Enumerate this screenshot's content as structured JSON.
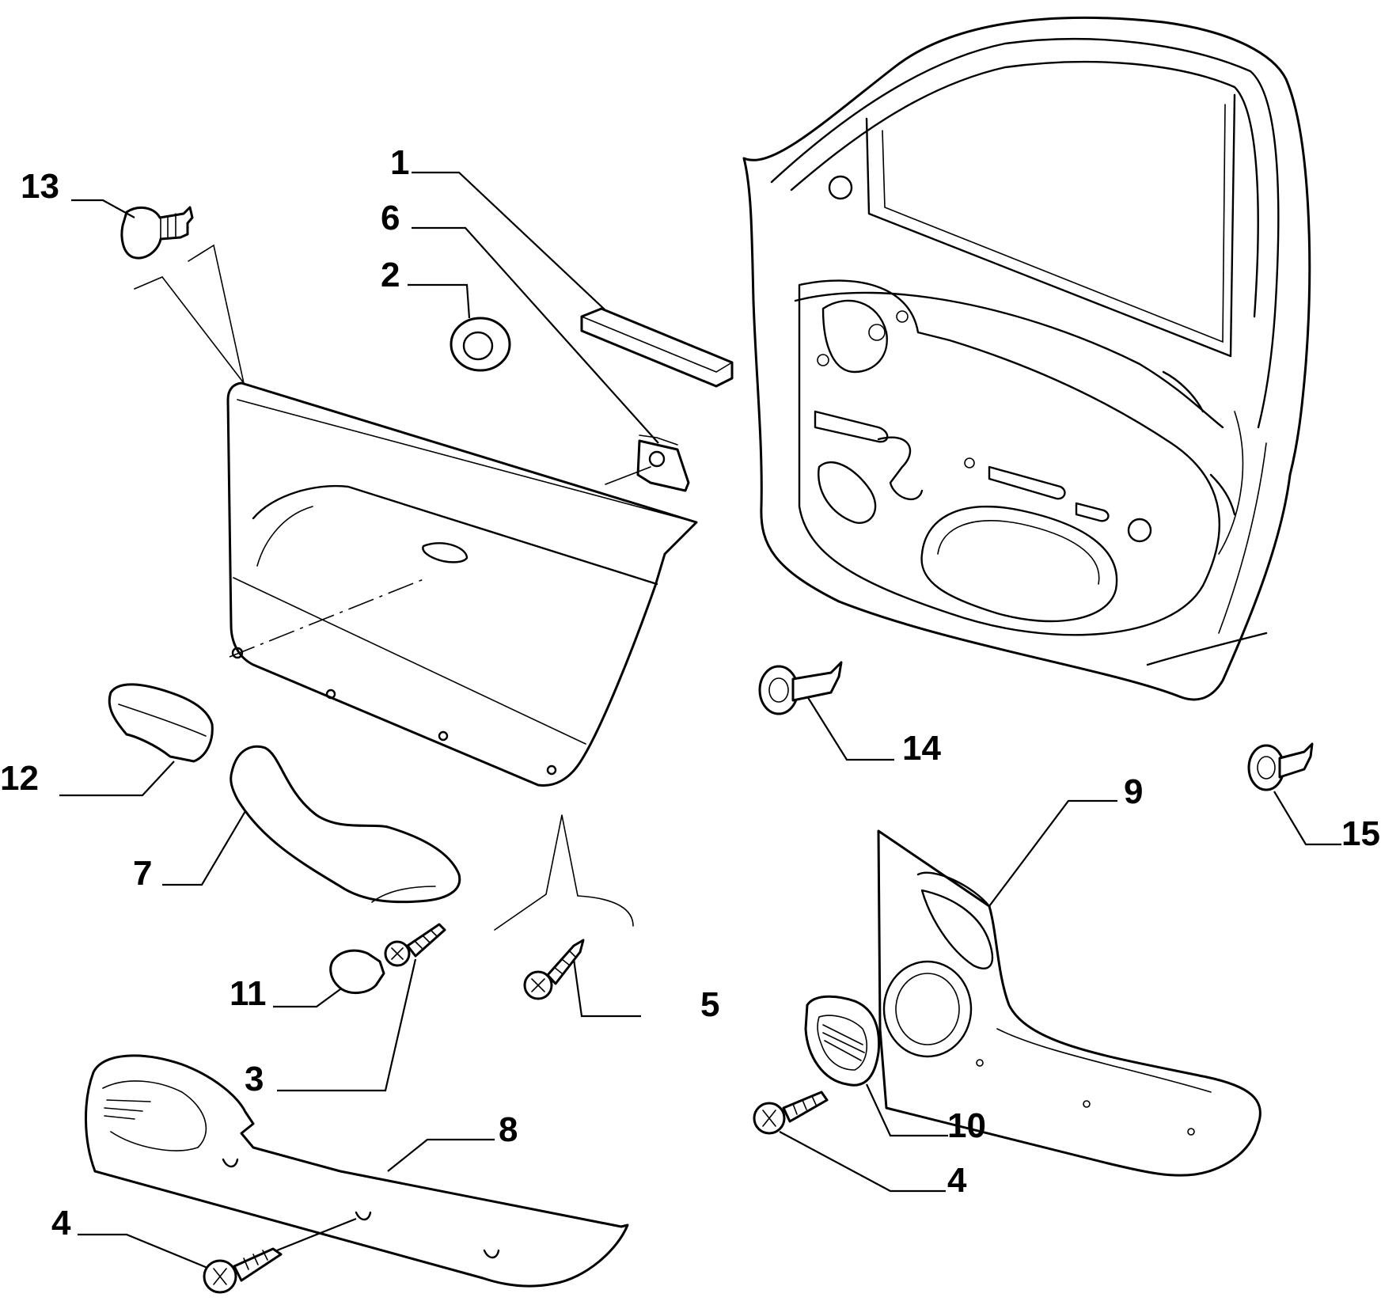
{
  "callouts": [
    {
      "id": "1",
      "label": "1"
    },
    {
      "id": "2",
      "label": "2"
    },
    {
      "id": "3",
      "label": "3"
    },
    {
      "id": "4a",
      "label": "4"
    },
    {
      "id": "4b",
      "label": "4"
    },
    {
      "id": "5",
      "label": "5"
    },
    {
      "id": "6",
      "label": "6"
    },
    {
      "id": "7",
      "label": "7"
    },
    {
      "id": "8",
      "label": "8"
    },
    {
      "id": "9",
      "label": "9"
    },
    {
      "id": "10",
      "label": "10"
    },
    {
      "id": "11",
      "label": "11"
    },
    {
      "id": "12",
      "label": "12"
    },
    {
      "id": "13",
      "label": "13"
    },
    {
      "id": "14",
      "label": "14"
    },
    {
      "id": "15",
      "label": "15"
    }
  ]
}
